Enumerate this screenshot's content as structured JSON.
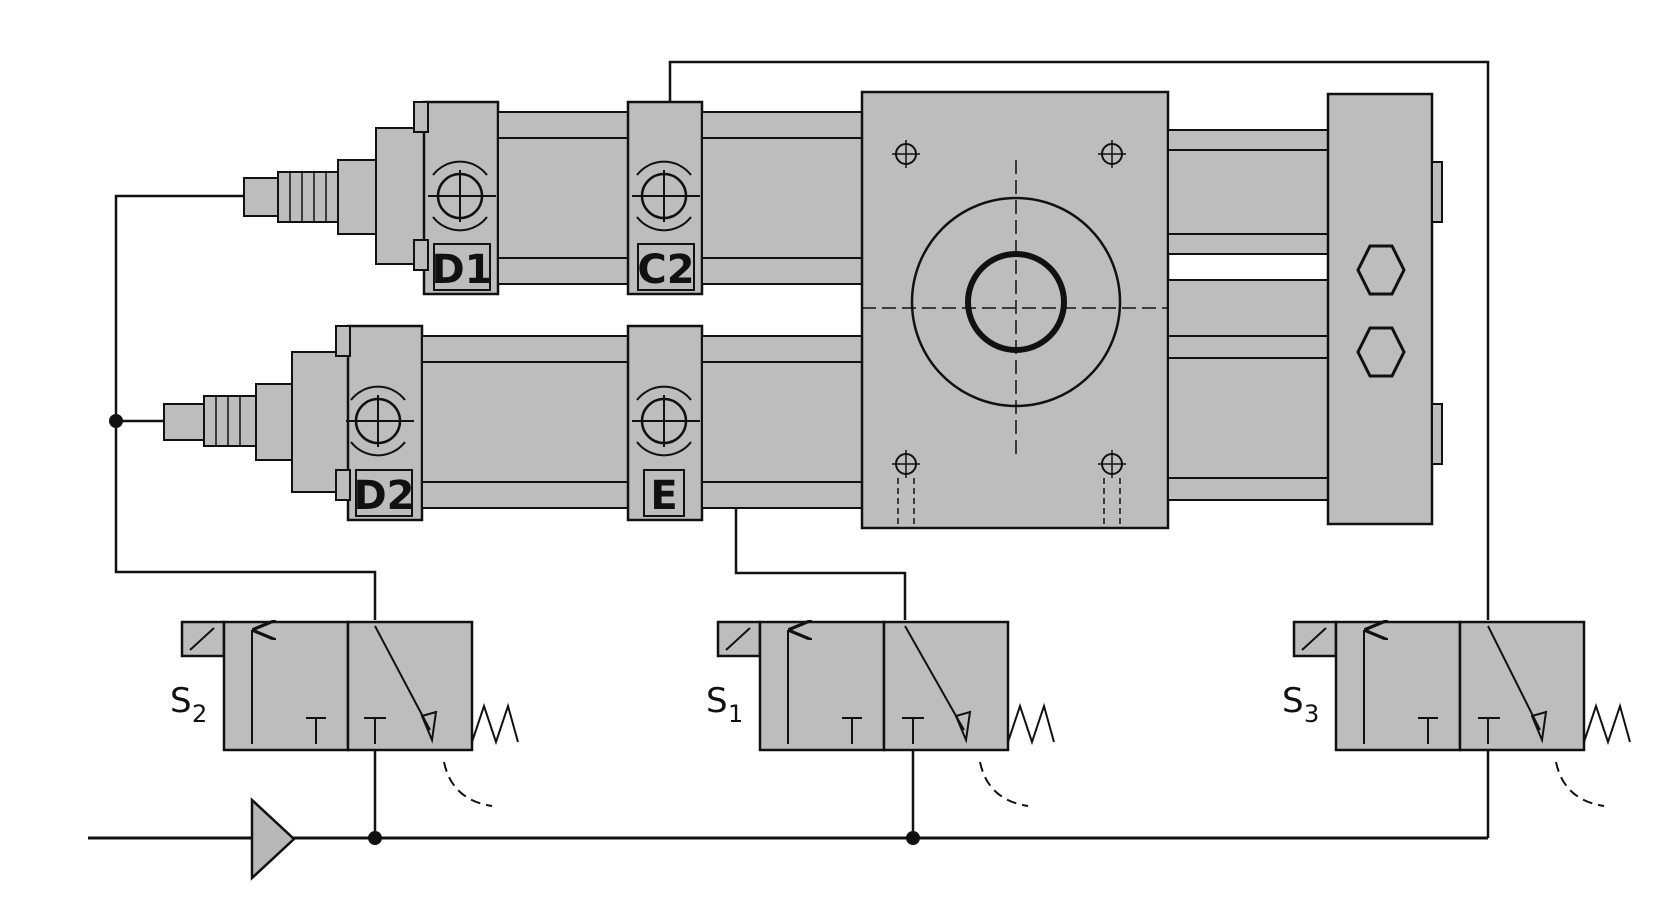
{
  "diagram": {
    "background_color": "#ffffff",
    "body_fill": "#bdbdbd",
    "line_color": "#111111",
    "cylinder_labels": {
      "d1": "D1",
      "c2": "C2",
      "d2": "D2",
      "e": "E"
    },
    "valves": [
      {
        "id": "s2",
        "letter": "S",
        "index": "2"
      },
      {
        "id": "s1",
        "letter": "S",
        "index": "1"
      },
      {
        "id": "s3",
        "letter": "S",
        "index": "3"
      }
    ]
  }
}
